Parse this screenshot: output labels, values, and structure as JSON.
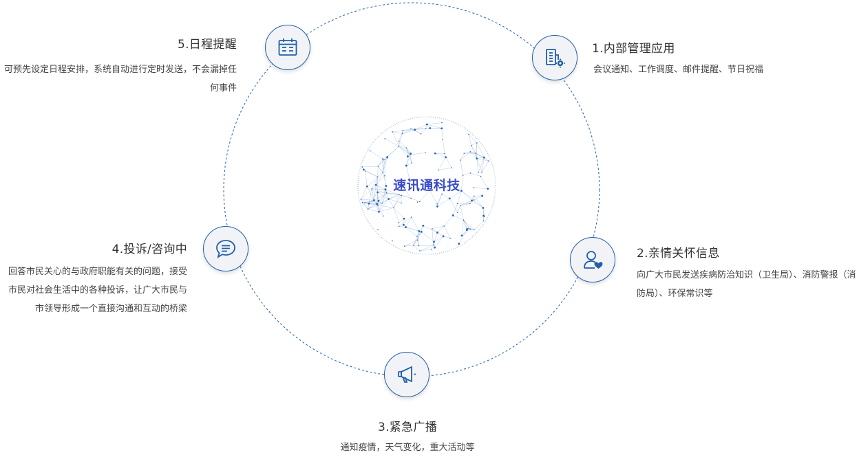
{
  "center_label": "速讯通科技",
  "items": [
    {
      "title": "1.内部管理应用",
      "desc": "会议通知、工作调度、邮件提醒、节日祝福",
      "icon": "building-gear-icon"
    },
    {
      "title": "2.亲情关怀信息",
      "desc": "向广大市民发送疾病防治知识（卫生局）、消防警报（消防局）、环保常识等",
      "icon": "user-heart-icon"
    },
    {
      "title": "3.紧急广播",
      "desc": "通知疫情，天气变化，重大活动等",
      "icon": "megaphone-icon"
    },
    {
      "title": "4.投诉/咨询中",
      "desc": "回答市民关心的与政府职能有关的问题，接受市民对社会生活中的各种投诉，让广大市民与市领导形成一个直接沟通和互动的桥梁",
      "icon": "chat-bubble-icon"
    },
    {
      "title": "5.日程提醒",
      "desc": "可预先设定日程安排，系统自动进行定时发送，不会漏掉任何事件",
      "icon": "calendar-icon"
    }
  ],
  "colors": {
    "accent": "#215fa8",
    "center_text": "#3b4ec8",
    "node_bg": "#f1f3f7"
  }
}
